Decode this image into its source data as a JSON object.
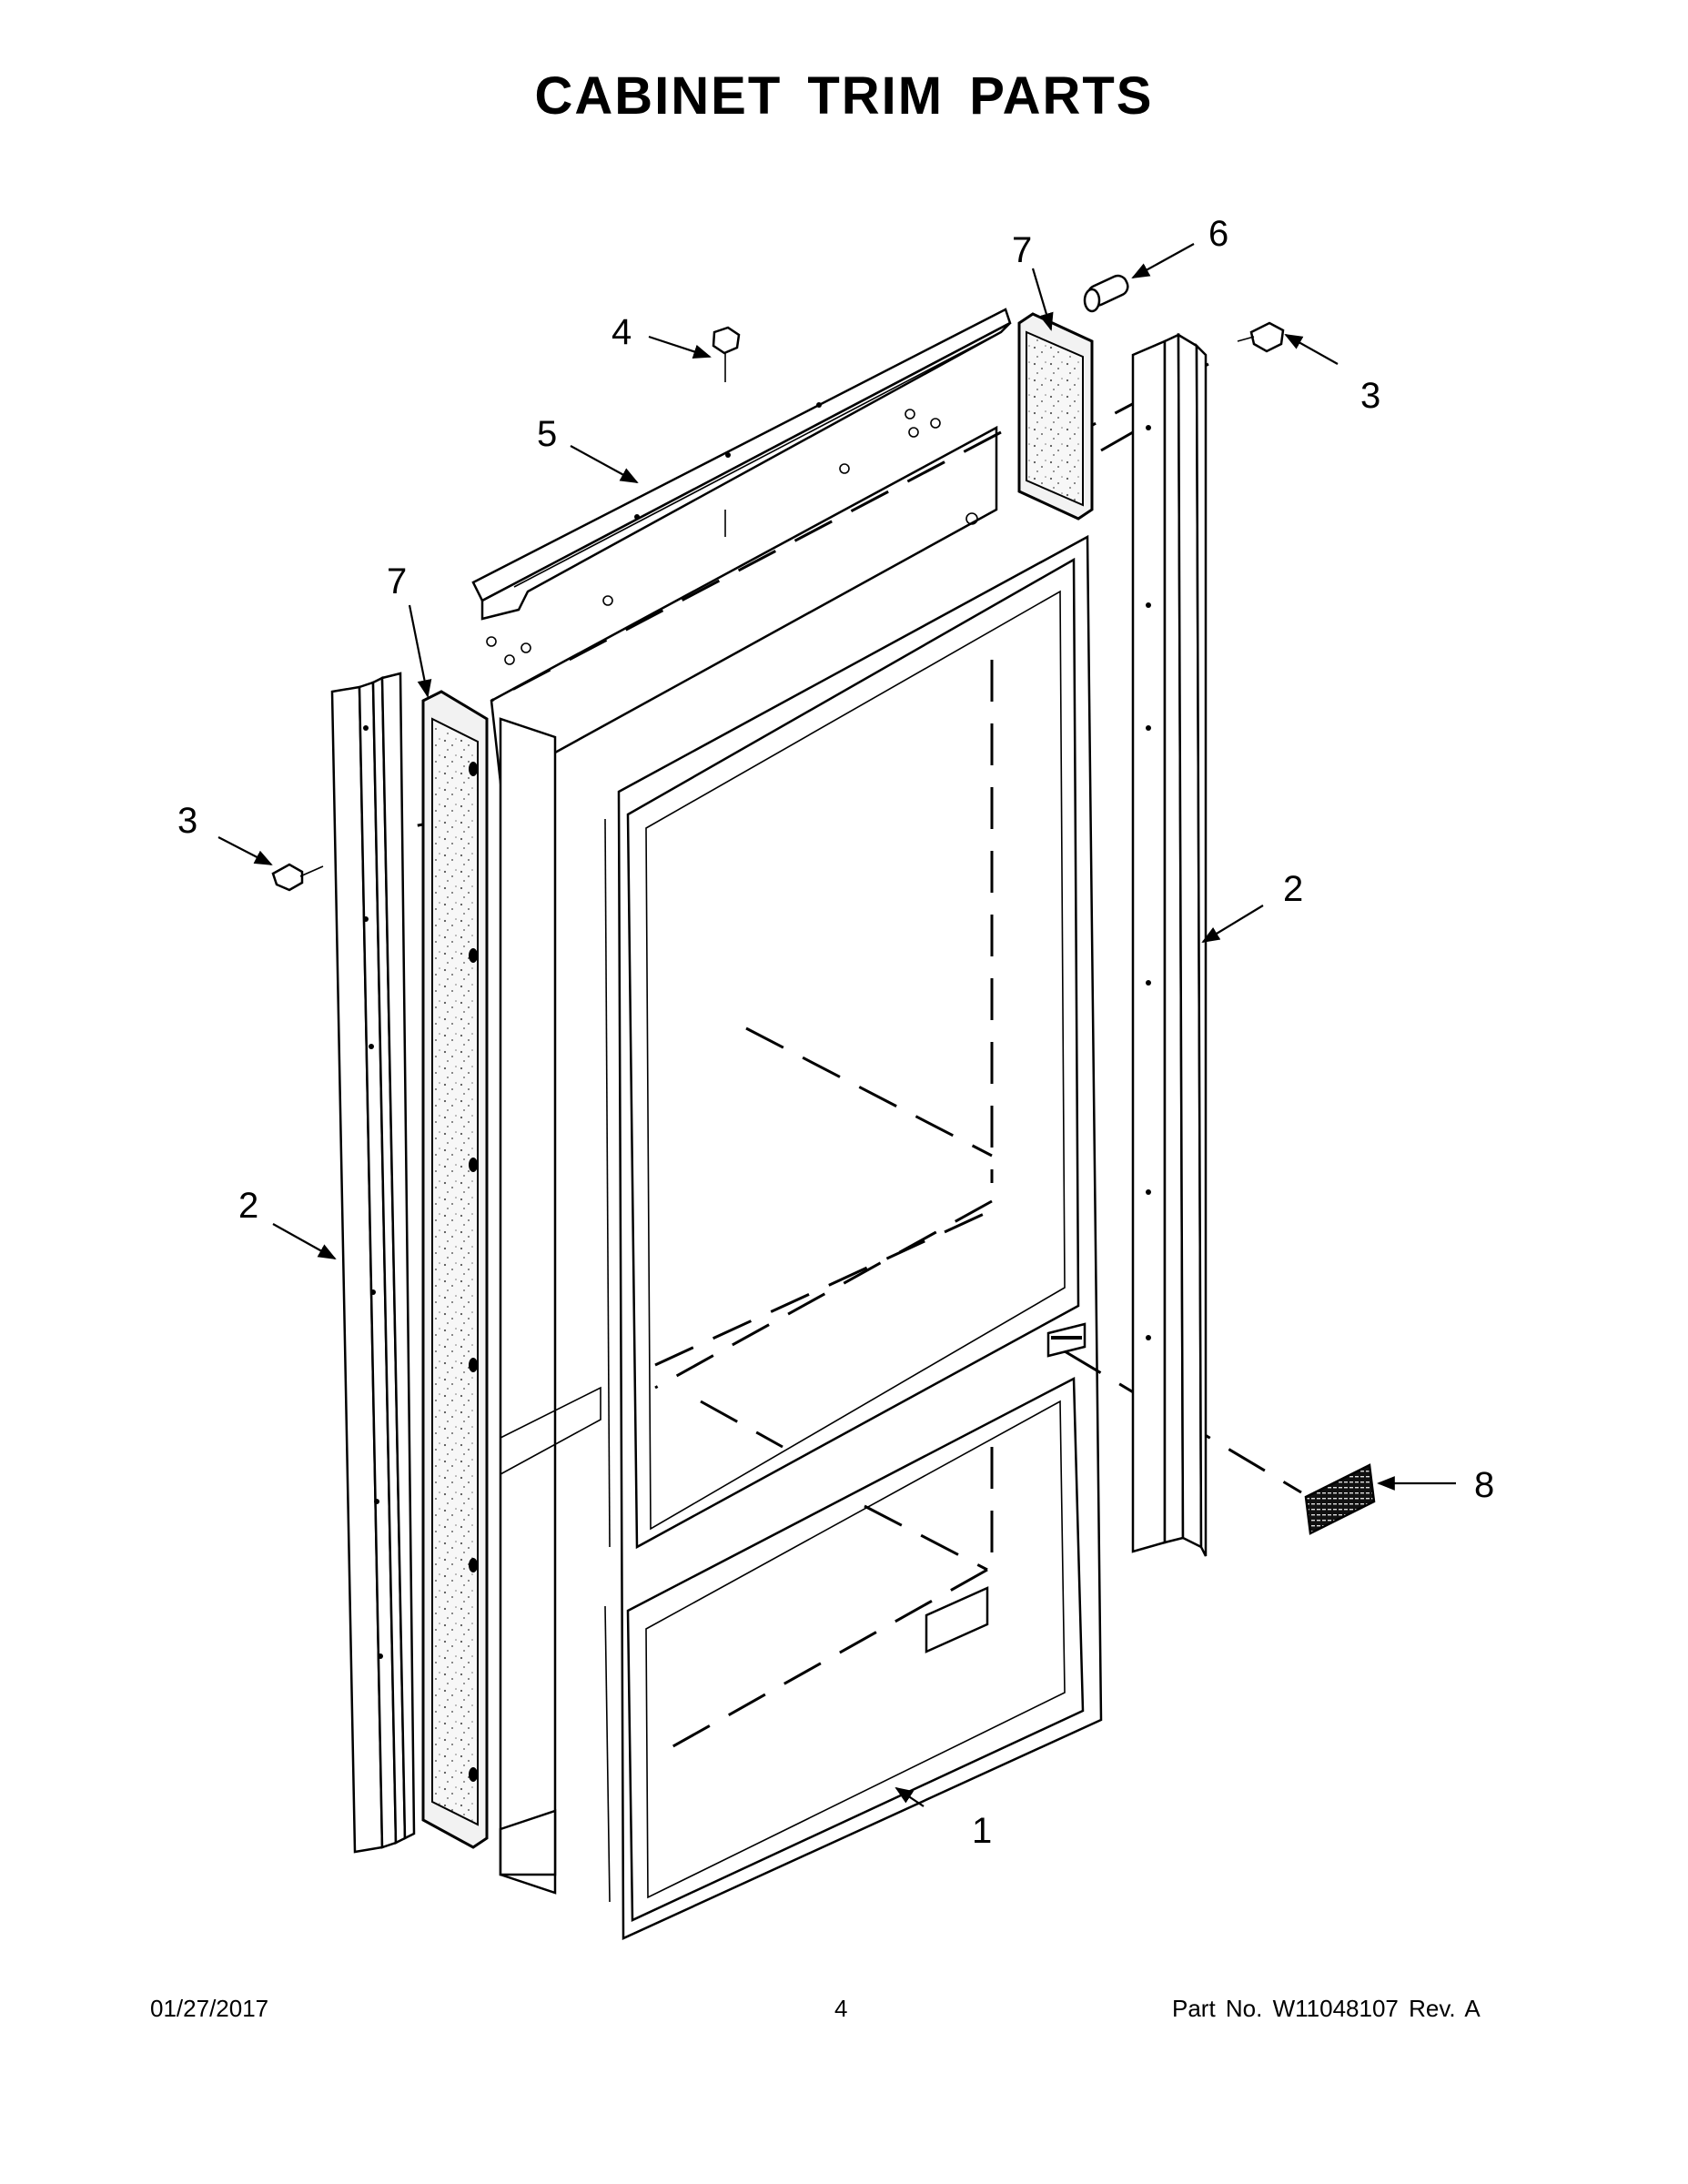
{
  "page": {
    "title": "CABINET TRIM PARTS",
    "footer": {
      "date": "01/27/2017",
      "page_number": "4",
      "part_info": "Part No.  W11048107  Rev.  A"
    }
  },
  "callouts": [
    {
      "id": "callout-1",
      "label": "1",
      "part": "door-frame-trim"
    },
    {
      "id": "callout-2-left",
      "label": "2",
      "part": "left-side-trim"
    },
    {
      "id": "callout-2-right",
      "label": "2",
      "part": "right-side-trim"
    },
    {
      "id": "callout-3-left",
      "label": "3",
      "part": "left-screw"
    },
    {
      "id": "callout-3-right",
      "label": "3",
      "part": "right-screw"
    },
    {
      "id": "callout-4",
      "label": "4",
      "part": "top-screw"
    },
    {
      "id": "callout-5",
      "label": "5",
      "part": "top-bracket"
    },
    {
      "id": "callout-6",
      "label": "6",
      "part": "pin"
    },
    {
      "id": "callout-7-left",
      "label": "7",
      "part": "left-foam-strip"
    },
    {
      "id": "callout-7-right",
      "label": "7",
      "part": "right-foam-strip"
    },
    {
      "id": "callout-8",
      "label": "8",
      "part": "grille-badge"
    }
  ]
}
